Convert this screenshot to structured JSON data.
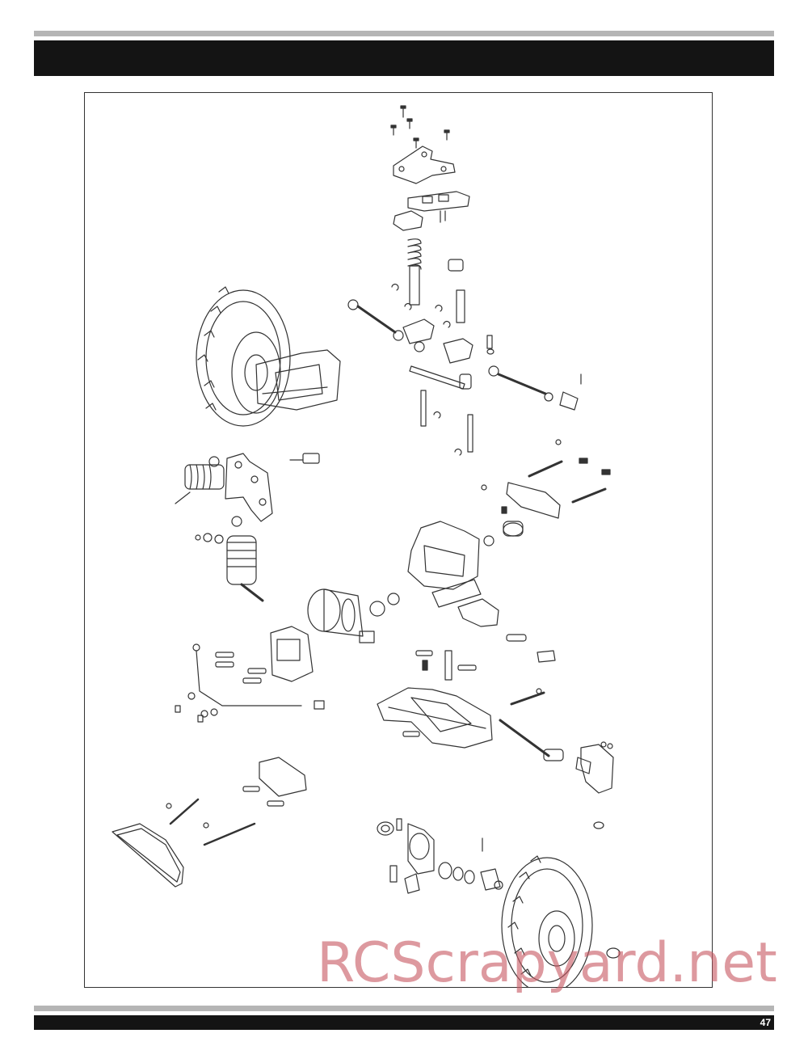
{
  "page": {
    "number": "47"
  },
  "watermark": {
    "text": "RCScrapyard.net",
    "color": "#c85a64"
  },
  "diagram": {
    "type": "exploded-view",
    "subject": "front suspension and steering assembly"
  },
  "colors": {
    "bar": "#141414",
    "rule": "#b5b5b5",
    "line": "#333333"
  }
}
